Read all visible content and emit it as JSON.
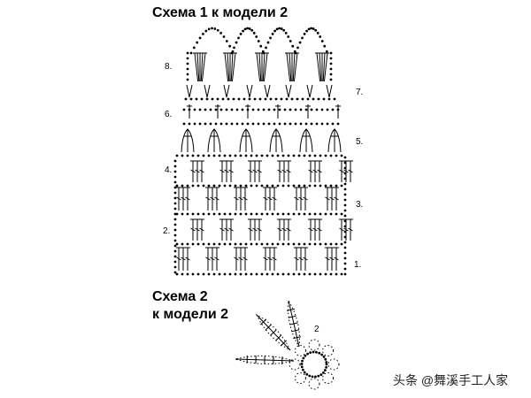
{
  "scheme1": {
    "title": "Схема 1 к модели 2",
    "rows": [
      "1.",
      "2.",
      "3.",
      "4.",
      "5.",
      "6.",
      "7.",
      "8."
    ]
  },
  "scheme2": {
    "title_line1": "Схема 2",
    "title_line2": "к модели 2",
    "label": "2"
  },
  "watermark": "头条 @舞溪手工人家"
}
